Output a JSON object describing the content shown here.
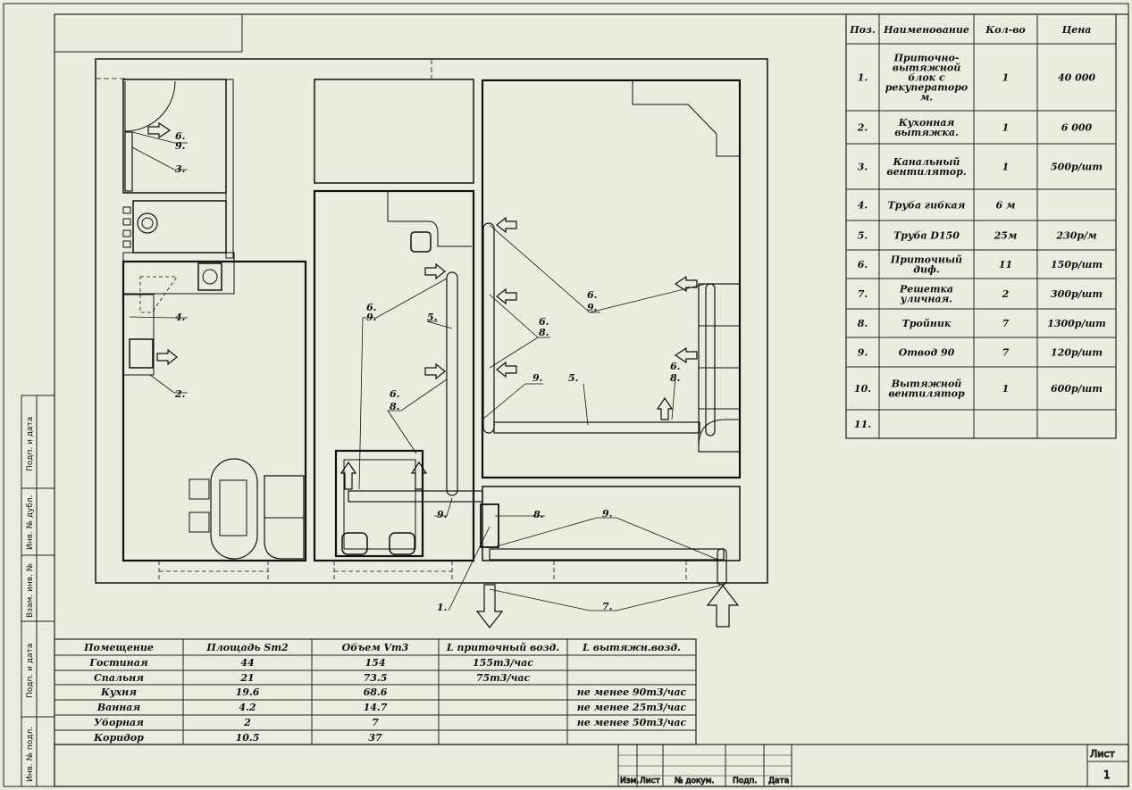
{
  "spec_table": {
    "headers": [
      "Поз.",
      "Наименование",
      "Кол-во",
      "Цена"
    ],
    "rows": [
      {
        "pos": "1.",
        "name": [
          "Приточно-",
          "вытяжной",
          "блок с",
          "рекуператоро",
          "м."
        ],
        "qty": "1",
        "price": "40 000"
      },
      {
        "pos": "2.",
        "name": [
          "Кухонная",
          "вытяжка."
        ],
        "qty": "1",
        "price": "6 000"
      },
      {
        "pos": "3.",
        "name": [
          "Канальный",
          "вентилятор."
        ],
        "qty": "1",
        "price": "500р/шт"
      },
      {
        "pos": "4.",
        "name": [
          "Труба гибкая"
        ],
        "qty": "6 м",
        "price": ""
      },
      {
        "pos": "5.",
        "name": [
          "Труба D150"
        ],
        "qty": "25м",
        "price": "230р/м"
      },
      {
        "pos": "6.",
        "name": [
          "Приточный",
          "диф."
        ],
        "qty": "11",
        "price": "150р/шт"
      },
      {
        "pos": "7.",
        "name": [
          "Решетка",
          "уличная."
        ],
        "qty": "2",
        "price": "300р/шт"
      },
      {
        "pos": "8.",
        "name": [
          "Тройник"
        ],
        "qty": "7",
        "price": "1300р/шт"
      },
      {
        "pos": "9.",
        "name": [
          "Отвод 90"
        ],
        "qty": "7",
        "price": "120р/шт"
      },
      {
        "pos": "10.",
        "name": [
          "Вытяжной",
          "вентилятор"
        ],
        "qty": "1",
        "price": "600р/шт"
      },
      {
        "pos": "11.",
        "name": [],
        "qty": "",
        "price": ""
      }
    ]
  },
  "room_table": {
    "headers": [
      "Помещение",
      "Площадь Sm2",
      "Объем Vm3",
      "L приточный возд.",
      "L вытяжн.возд."
    ],
    "rows": [
      [
        "Гостиная",
        "44",
        "154",
        "155m3/час",
        ""
      ],
      [
        "Спальня",
        "21",
        "73.5",
        "75m3/час",
        ""
      ],
      [
        "Кухня",
        "19.6",
        "68.6",
        "",
        "не менее 90m3/час"
      ],
      [
        "Ванная",
        "4.2",
        "14.7",
        "",
        "не менее 25m3/час"
      ],
      [
        "Уборная",
        "2",
        "7",
        "",
        "не менее 50m3/час"
      ],
      [
        "Коридор",
        "10.5",
        "37",
        "",
        ""
      ]
    ]
  },
  "side_stamps": [
    "Подп. и дата",
    "Инв. № дубл.",
    "Взам. инв. №",
    "Подп. и дата",
    "Инв. № подл."
  ],
  "title_block": {
    "columns": [
      "Изм.",
      "Лист",
      "№ докум.",
      "Подп.",
      "Дата"
    ],
    "sheet_label": "Лист",
    "sheet_number": "1"
  },
  "callouts": {
    "c6": "6.",
    "c9": "9.",
    "c3": "3.",
    "c4": "4.",
    "c2": "2.",
    "c5": "5.",
    "c8": "8.",
    "c1": "1.",
    "c7": "7."
  }
}
